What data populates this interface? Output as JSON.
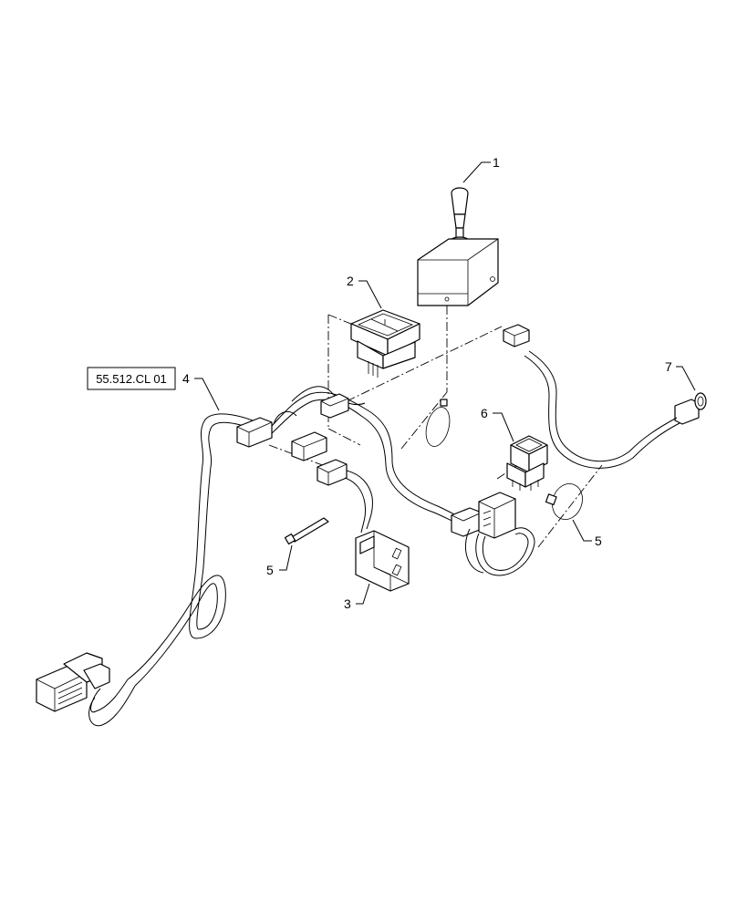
{
  "reference_box": {
    "text": "55.512.CL 01"
  },
  "callouts": [
    {
      "id": "callout-1",
      "text": "1"
    },
    {
      "id": "callout-2",
      "text": "2"
    },
    {
      "id": "callout-3",
      "text": "3"
    },
    {
      "id": "callout-4",
      "text": "4"
    },
    {
      "id": "callout-5a",
      "text": "5"
    },
    {
      "id": "callout-5b",
      "text": "5"
    },
    {
      "id": "callout-6",
      "text": "6"
    },
    {
      "id": "callout-7",
      "text": "7"
    }
  ]
}
